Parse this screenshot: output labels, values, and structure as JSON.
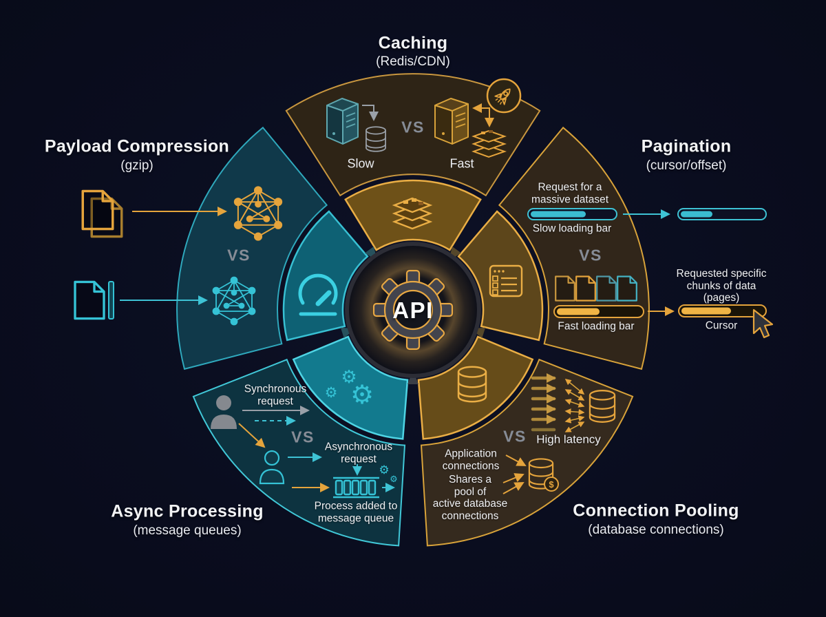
{
  "palette": {
    "background": "#0a0d1f",
    "gold": "#e5a43c",
    "gold_bright": "#f0b445",
    "gold_wedge_fill": "#302618",
    "gold_inner_fill": "#6e5118",
    "teal": "#38c0d3",
    "teal_wedge_fill": "#0e3642",
    "teal_inner_fill": "#117e92",
    "gray": "#9aa0a8",
    "white": "#f2f3f5"
  },
  "center": {
    "label": "API"
  },
  "sections": {
    "caching": {
      "title": "Caching",
      "subtitle": "(Redis/CDN)",
      "slow_label": "Slow",
      "vs": "VS",
      "fast_label": "Fast"
    },
    "pagination": {
      "title": "Pagination",
      "subtitle": "(cursor/offset)",
      "request": "Request for a\nmassive dataset",
      "slow_bar": "Slow loading bar",
      "vs": "VS",
      "chunks": "Requested specific\nchunks of data (pages)",
      "fast_bar": "Fast loading bar",
      "cursor": "Cursor"
    },
    "connection_pooling": {
      "title": "Connection Pooling",
      "subtitle": "(database connections)",
      "vs": "VS",
      "high_latency": "High latency",
      "app_connections": "Application\nconnections",
      "pool": "Shares a\npool of\nactive database\nconnections",
      "dollar": "$"
    },
    "async_processing": {
      "title": "Async Processing",
      "subtitle": "(message queues)",
      "sync": "Synchronous\nrequest",
      "vs": "VS",
      "async": "Asynchronous\nrequest",
      "queue": "Process added to\nmessage queue"
    },
    "payload_compression": {
      "title": "Payload Compression",
      "subtitle": "(gzip)",
      "vs": "VS"
    }
  }
}
